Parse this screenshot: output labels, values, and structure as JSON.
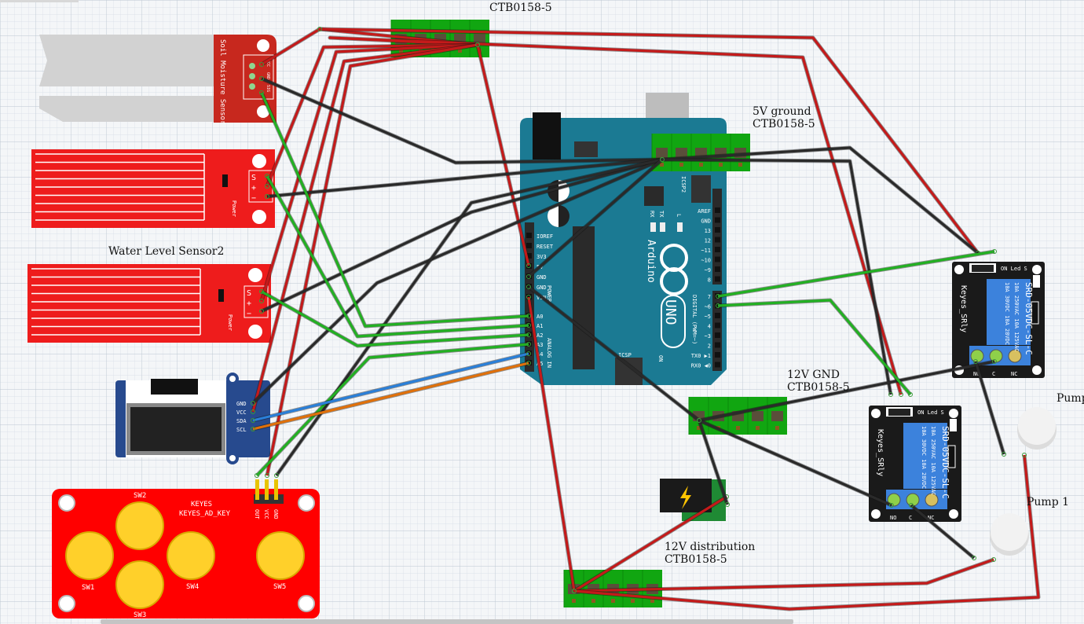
{
  "labels": {
    "top_ctb": "CTB0158-5",
    "ground_ctb_title": "5V ground",
    "ground_ctb_part": "CTB0158-5",
    "water_sensor2": "Water Level Sensor2",
    "gnd12_title": "12V GND",
    "gnd12_part": "CTB0158-5",
    "dist12_title": "12V distribution",
    "dist12_part": "CTB0158-5",
    "pump2": "Pump",
    "pump1": "Pump 1"
  },
  "soil_sensor": {
    "silk": "Soil Moisture Sensor",
    "pins": [
      "VCC",
      "GND",
      "SIG"
    ]
  },
  "water_sensor": {
    "pins": [
      "S",
      "+",
      "−"
    ],
    "power": "Power"
  },
  "oled": {
    "pins": [
      "GND",
      "VCC",
      "SDA",
      "SCL"
    ]
  },
  "keypad": {
    "brand": "KEYES",
    "model": "KEYES_AD_KEY",
    "switches": [
      "SW1",
      "SW2",
      "SW3",
      "SW4",
      "SW5"
    ],
    "pins": [
      "OUT",
      "VCC",
      "GND"
    ]
  },
  "arduino": {
    "brand": "Arduino",
    "model": "UNO",
    "icsp2": "ICSP2",
    "icsp": "ICSP",
    "on": "ON",
    "leds": [
      "RX",
      "TX",
      "L"
    ],
    "power_pins": [
      "IOREF",
      "RESET",
      "3V3",
      "5V",
      "GND",
      "GND",
      "VIN"
    ],
    "analog_pins": [
      "A0",
      "A1",
      "A2",
      "A3",
      "A4",
      "A5"
    ],
    "digital_pins": [
      "AREF",
      "GND",
      "13",
      "12",
      "~11",
      "~10",
      "~9",
      "8",
      "7",
      "~6",
      "~5",
      "4",
      "~3",
      "2",
      "TX0 ▶1",
      "RX0 ◀0"
    ],
    "power_label": "POWER",
    "analog_label": "ANALOG IN",
    "digital_label": "DIGITAL (PWM=~)"
  },
  "relay": {
    "name": "Keyes_SRly",
    "part": "SRD-05VDC-SL-C",
    "rating1": "10A 250VAC  10A 125VAC",
    "rating2": "10A 30VDC  10A 28VDC",
    "terminals": [
      "NO",
      "C",
      "NC"
    ],
    "header": "ON Led S"
  },
  "wire_colors": {
    "red": "#c41a1a",
    "black": "#2a2a2a",
    "green": "#22b022",
    "blue": "#2a7fd8",
    "orange": "#e0700a"
  },
  "board_colors": {
    "arduino": "#1b7a93",
    "terminal": "#11a611",
    "sensor_red": "#ee1c1c",
    "soil": "#c7281e",
    "relay": "#1a1a1a",
    "relay_coil": "#3c82dc",
    "oled": "#274a8e",
    "keypad_button": "#ffd02a"
  }
}
